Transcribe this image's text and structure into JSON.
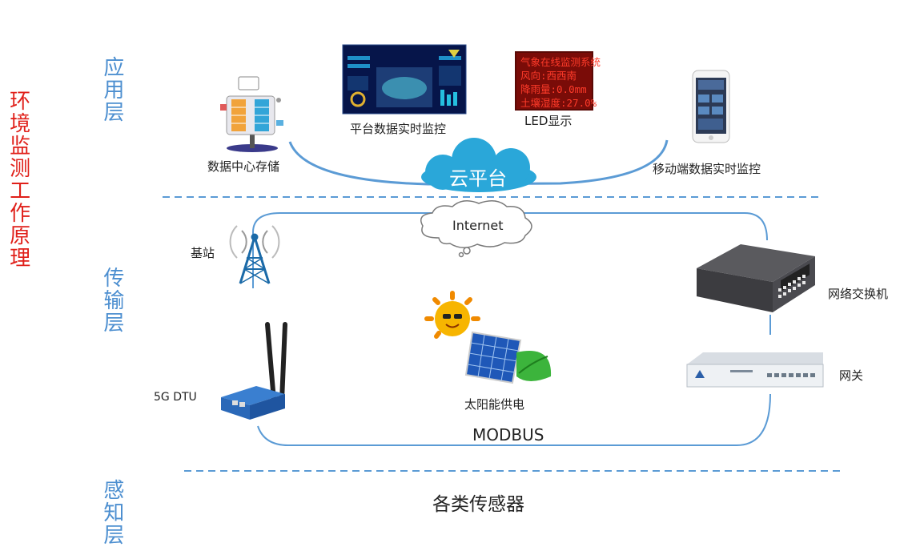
{
  "title": "环境监测工作原理",
  "layers": {
    "application": "应用层",
    "transmission": "传输层",
    "perception": "感知层"
  },
  "application": {
    "data_center": "数据中心存储",
    "platform_monitor": "平台数据实时监控",
    "led_display": "LED显示",
    "mobile_monitor": "移动端数据实时监控",
    "cloud_platform": "云平台",
    "led_screen_lines": [
      "气象在线监测系统",
      "风向:西西南",
      "降雨量:0.0mm",
      "土壤湿度:27.0%"
    ]
  },
  "transmission": {
    "internet": "Internet",
    "base_station": "基站",
    "network_switch": "网络交换机",
    "gateway": "网关",
    "dtu": "5G DTU",
    "solar_power": "太阳能供电",
    "bus": "MODBUS"
  },
  "perception": {
    "sensors": "各类传感器"
  },
  "colors": {
    "title": "#e0201a",
    "layer_label": "#4d8fd0",
    "connector": "#5b9bd5",
    "cloud": "#2aa7d9",
    "divider": "#5b9bd5"
  }
}
